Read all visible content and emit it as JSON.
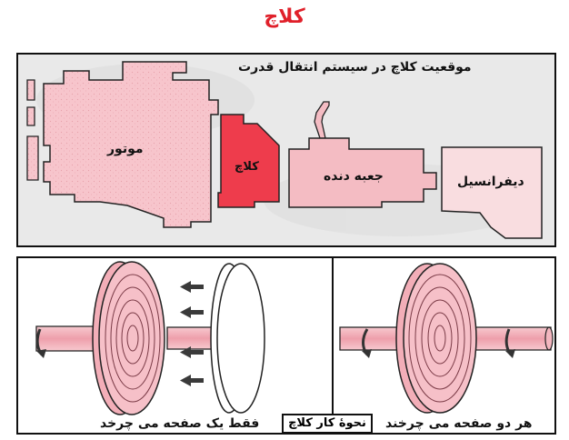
{
  "title": "کلاچ",
  "powertrain": {
    "heading": "موقعیت کلاچ در سیستم انتقال قدرت",
    "engine_label": "موتور",
    "clutch_label": "کلاچ",
    "gearbox_label": "جعبه دنده",
    "differential_label": "دیفرانسیل"
  },
  "operation": {
    "left_caption": "فقط یک صفحه می چرخد",
    "center_caption": "نحوهٔ کار کلاچ",
    "right_caption": "هر دو صفحه می چرخند"
  },
  "colors": {
    "title": "#e0202a",
    "engine": "#f7c5cc",
    "clutch": "#ee3c4c",
    "gearbox": "#f4bcc3",
    "differential": "#f9dde0",
    "disc": "#f3aeb8",
    "shaft": "#f0b6bf"
  }
}
